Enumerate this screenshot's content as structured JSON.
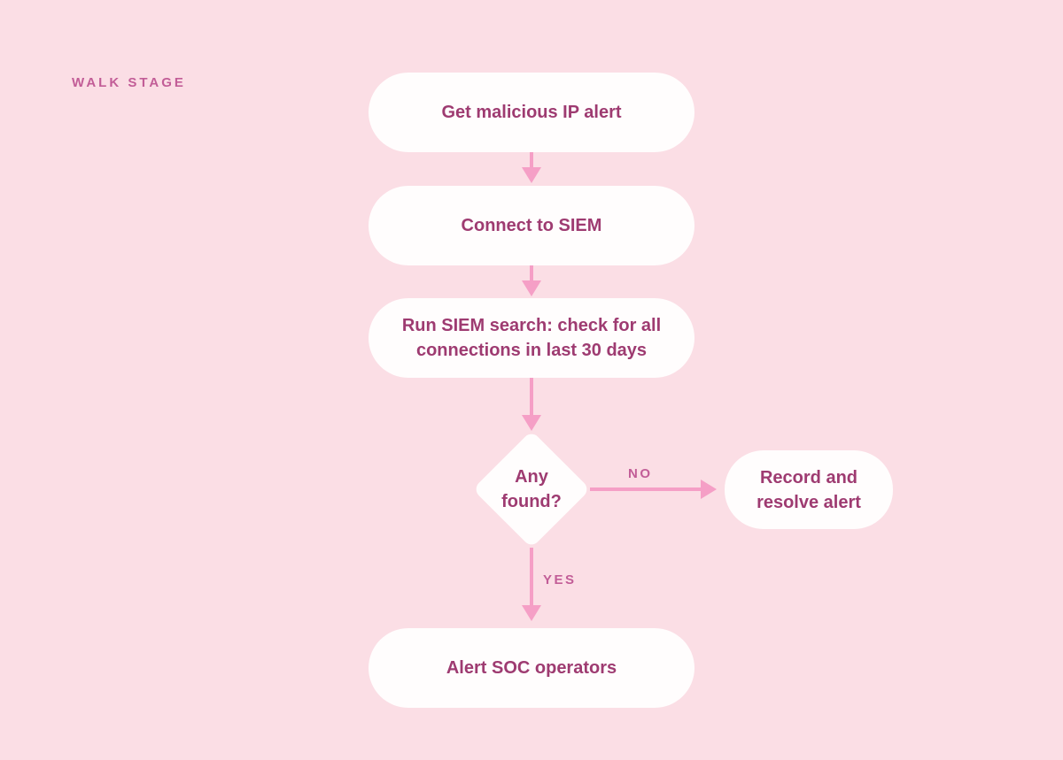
{
  "diagram": {
    "stage_label": "WALK STAGE",
    "nodes": {
      "get_alert": {
        "label": "Get malicious IP alert",
        "type": "process"
      },
      "connect_siem": {
        "label": "Connect to SIEM",
        "type": "process"
      },
      "run_search": {
        "label": "Run SIEM search: check for all connections in last 30 days",
        "type": "process"
      },
      "any_found": {
        "label": "Any found?",
        "type": "decision"
      },
      "record_resolve": {
        "label": "Record and resolve alert",
        "type": "process"
      },
      "alert_soc": {
        "label": "Alert SOC operators",
        "type": "process"
      }
    },
    "edge_labels": {
      "no": "NO",
      "yes": "YES"
    },
    "colors": {
      "bg": "#fbdee5",
      "node_bg": "#fffdfd",
      "node_text": "#9e3b71",
      "arrow": "#f59fc6",
      "label": "#c25d97"
    }
  }
}
